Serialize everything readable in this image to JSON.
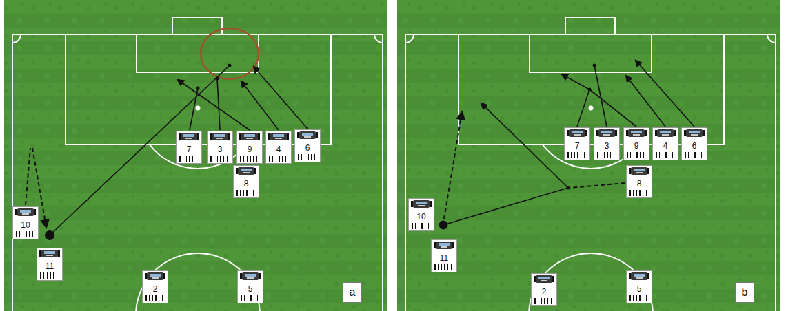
{
  "diagram": {
    "nodes": [
      {
        "text": [
          "7"
        ]
      },
      {
        "text": [
          "3"
        ]
      },
      {
        "text": [
          "9"
        ]
      },
      {
        "text": [
          "4"
        ]
      },
      {
        "text": [
          "6"
        ]
      },
      {
        "text": [
          "8"
        ]
      },
      {
        "text": [
          "10"
        ]
      },
      {
        "text": [
          "11"
        ]
      },
      {
        "text": [
          "2"
        ]
      },
      {
        "text": [
          "5"
        ]
      },
      {
        "text": [
          "a"
        ]
      },
      {
        "text": [
          "7"
        ]
      },
      {
        "text": [
          "3"
        ]
      },
      {
        "text": [
          "9"
        ]
      },
      {
        "text": [
          "4"
        ]
      },
      {
        "text": [
          "6"
        ]
      },
      {
        "text": [
          "8"
        ]
      },
      {
        "text": [
          "10"
        ]
      },
      {
        "text": [
          "11"
        ]
      },
      {
        "text": [
          "2"
        ]
      },
      {
        "text": [
          "5"
        ]
      },
      {
        "text": [
          "b"
        ]
      }
    ]
  }
}
